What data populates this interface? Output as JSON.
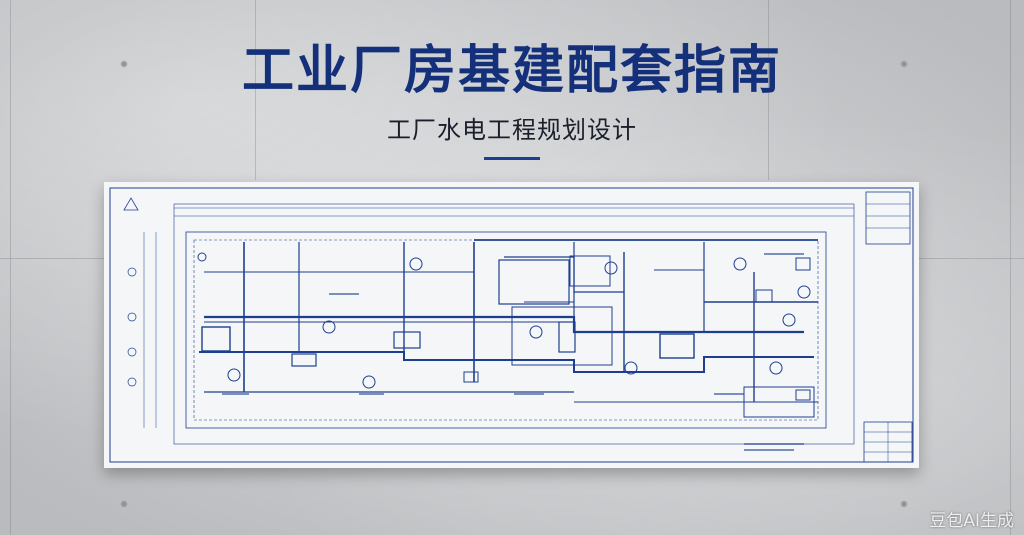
{
  "headline": {
    "title": "工业厂房基建配套指南",
    "subtitle": "工厂水电工程规划设计"
  },
  "colors": {
    "title": "#14307a",
    "blueprint_ink": "#1e3f8f",
    "sheet": "#f4f6f8",
    "wall": "#c9cbcd"
  },
  "watermark": "豆包AI生成"
}
